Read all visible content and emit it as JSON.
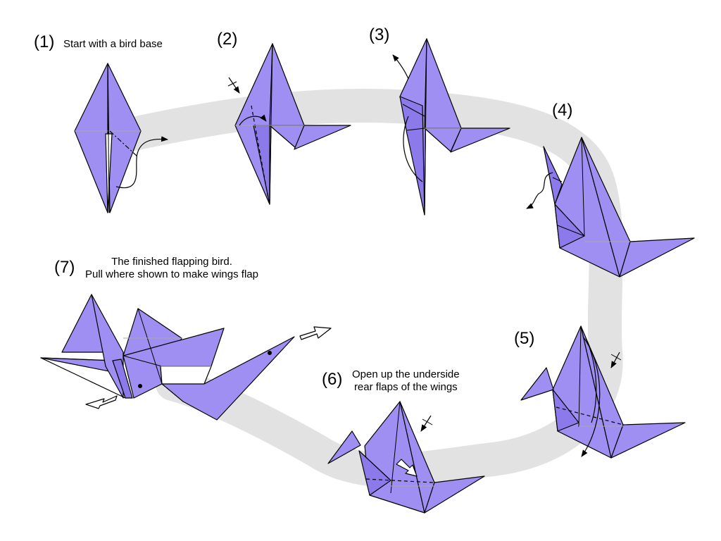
{
  "steps": [
    {
      "number": "(1)",
      "caption": "Start with a bird base"
    },
    {
      "number": "(2)",
      "caption": ""
    },
    {
      "number": "(3)",
      "caption": ""
    },
    {
      "number": "(4)",
      "caption": ""
    },
    {
      "number": "(5)",
      "caption": ""
    },
    {
      "number": "(6)",
      "caption_line1": "Open up the underside",
      "caption_line2": "rear flaps of the wings"
    },
    {
      "number": "(7)",
      "caption_line1": "The finished flapping bird.",
      "caption_line2": "Pull where shown to make wings flap"
    }
  ],
  "colors": {
    "paper": "#9f8ff3",
    "paper_shade": "#8c79ea",
    "path_band": "#e2e2e2",
    "line": "#000000"
  },
  "icons": [
    "fold-arrow-icon",
    "turn-over-icon",
    "pull-arrow-icon",
    "valley-fold-line",
    "mountain-fold-line"
  ]
}
